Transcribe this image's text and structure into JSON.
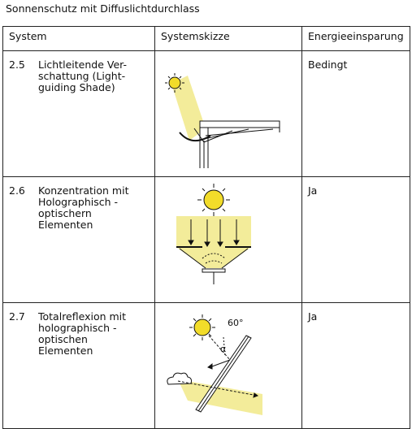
{
  "caption": "Sonnenschutz mit Diffuslichtdurchlass",
  "headers": {
    "system": "System",
    "sketch": "Systemskizze",
    "energy": "Energieeinsparung"
  },
  "rows": [
    {
      "num": "2.5",
      "description": "Lichtleitende Ver-\nschattung (Light-\nguiding Shade)",
      "energy": "Bedingt",
      "sketch_icon": "light-guiding-shade-diagram"
    },
    {
      "num": "2.6",
      "description": "Konzentration mit\nHolographisch -\noptischern Elementen",
      "energy": "Ja",
      "sketch_icon": "holographic-concentration-diagram"
    },
    {
      "num": "2.7",
      "description": "Totalreflexion mit\nholographisch -\noptischen Elementen",
      "energy": "Ja",
      "sketch_icon": "total-reflection-diagram",
      "angle_label": "60°",
      "alpha_label": "α"
    }
  ],
  "colors": {
    "sun": "#f2dc2a",
    "light": "#f3ec9a",
    "line": "#111111",
    "grid": "#222222"
  }
}
